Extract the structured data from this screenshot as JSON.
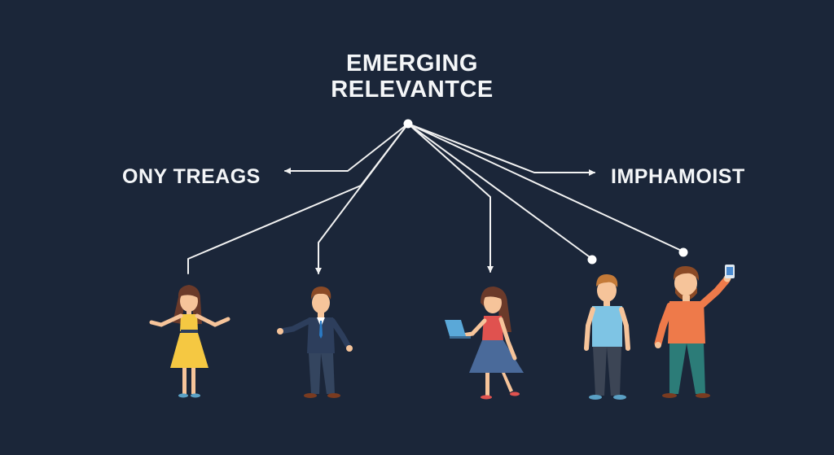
{
  "diagram": {
    "title_line1": "EMERGING",
    "title_line2": "RELEVANTCE",
    "left_label": "ONY TREAGS",
    "right_label": "IMPHAMOIST"
  },
  "colors": {
    "background": "#1b2639",
    "lines": "#f2f2f2",
    "text": "#f4f6f8"
  },
  "people": [
    {
      "name": "woman-yellow-dress",
      "top": "#f5c842",
      "bottom": "#f5c842",
      "hair": "#6b3a2a"
    },
    {
      "name": "man-navy-suit",
      "top": "#2d3e5c",
      "bottom": "#2d3e5c",
      "hair": "#8b4a26"
    },
    {
      "name": "woman-laptop",
      "top": "#e0524f",
      "bottom": "#4a6a9a",
      "hair": "#6b3a2a"
    },
    {
      "name": "man-light-blue-shirt",
      "top": "#7ec4e4",
      "bottom": "#3c4555",
      "hair": "#c47a38"
    },
    {
      "name": "man-orange-shirt-phone",
      "top": "#ee7a4a",
      "bottom": "#2c7c78",
      "hair": "#8b4a26"
    }
  ]
}
